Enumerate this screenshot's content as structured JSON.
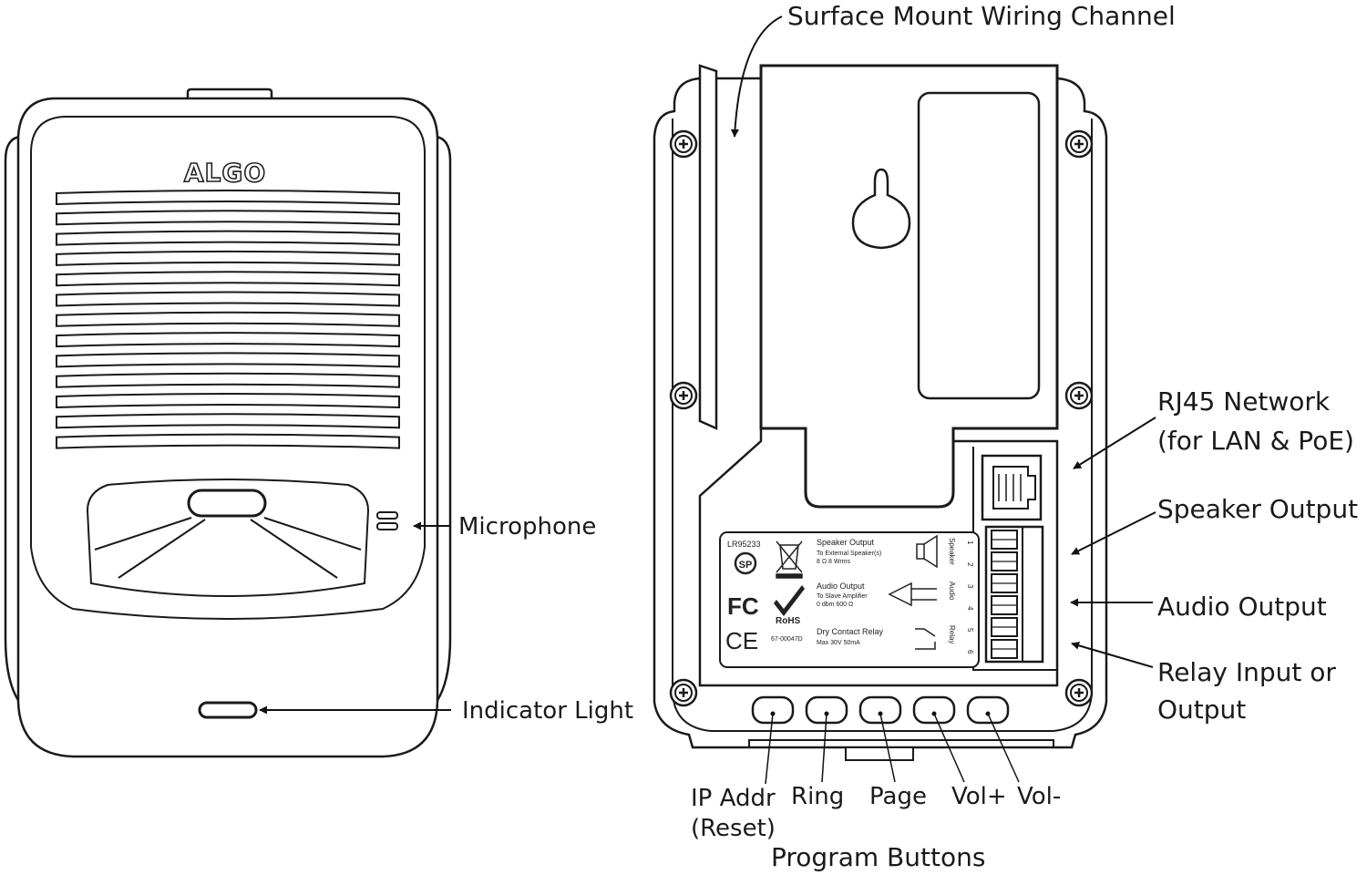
{
  "front_view": {
    "brand": "ALGO",
    "labels": {
      "microphone": "Microphone",
      "indicator_light": "Indicator Light"
    }
  },
  "rear_view": {
    "labels": {
      "surface_mount": "Surface Mount Wiring Channel",
      "rj45_line1": "RJ45 Network",
      "rj45_line2": "(for LAN & PoE)",
      "speaker_output": "Speaker Output",
      "audio_output": "Audio Output",
      "relay_line1": "Relay Input or",
      "relay_line2": "Output"
    },
    "program_buttons": {
      "title": "Program Buttons",
      "ip_line1": "IP Addr",
      "ip_line2": "(Reset)",
      "ring": "Ring",
      "page": "Page",
      "vol_plus": "Vol+",
      "vol_minus": "Vol-"
    },
    "product_label": {
      "model": "LR95233",
      "speaker_title": "Speaker Output",
      "speaker_sub": "To External Speaker(s)",
      "speaker_spec": "8 Ω   8 Wrms",
      "audio_title": "Audio Output",
      "audio_sub": "To Slave Amplifier",
      "audio_spec": "0 dbm   600 Ω",
      "relay_title": "Dry Contact Relay",
      "relay_spec": "Max  30V   50mA",
      "part_no": "67-00047D",
      "rohs": "RoHS",
      "fc": "FC",
      "ce": "CE",
      "csa": "SP",
      "terminal_numbers": [
        "1",
        "2",
        "3",
        "4",
        "5",
        "6"
      ],
      "terminal_groups": [
        "Speaker",
        "Audio",
        "Relay"
      ]
    }
  }
}
